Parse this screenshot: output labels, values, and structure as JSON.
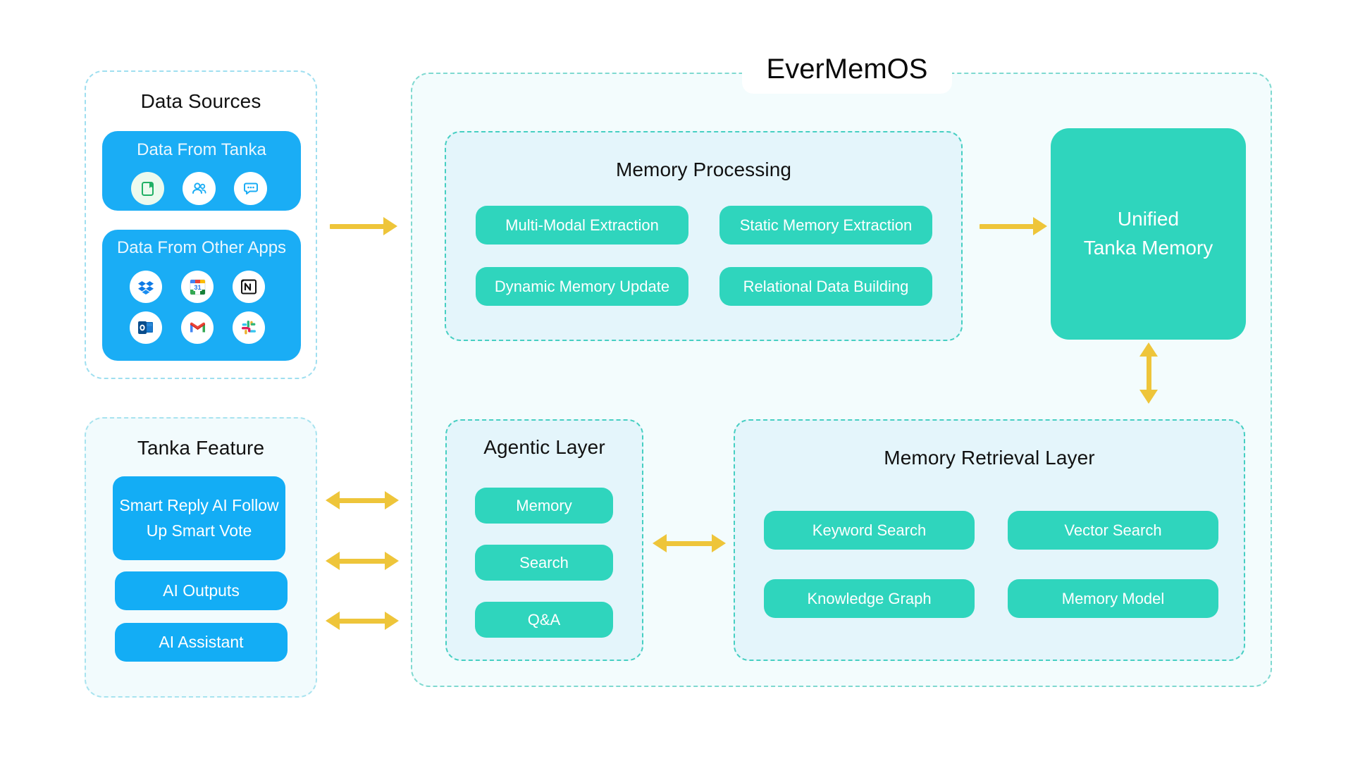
{
  "diagram": {
    "title": "EverMemOS",
    "accent_teal": "#2fd5bd",
    "accent_blue": "#13adf5",
    "accent_arrow": "#eec53a",
    "panel_border_blue": "#9fdff0",
    "panel_border_teal": "#46cfc2"
  },
  "data_sources": {
    "title": "Data Sources",
    "tanka_card": {
      "title": "Data From Tanka",
      "icons": [
        {
          "name": "document-icon",
          "glyph": "□"
        },
        {
          "name": "people-icon",
          "glyph": "○"
        },
        {
          "name": "chat-bubble-icon",
          "glyph": "●"
        }
      ]
    },
    "other_apps_card": {
      "title": "Data From Other Apps",
      "icons": [
        {
          "name": "dropbox-icon",
          "label": "Dropbox"
        },
        {
          "name": "google-calendar-icon",
          "label": "Google Calendar"
        },
        {
          "name": "notion-icon",
          "label": "Notion"
        },
        {
          "name": "outlook-icon",
          "label": "Outlook"
        },
        {
          "name": "gmail-icon",
          "label": "Gmail"
        },
        {
          "name": "slack-icon",
          "label": "Slack"
        }
      ]
    }
  },
  "tanka_feature": {
    "title": "Tanka Feature",
    "cards": [
      {
        "lines": "Smart Reply\nAI Follow Up\nSmart Vote"
      },
      {
        "lines": "AI Outputs"
      },
      {
        "lines": "AI Assistant"
      }
    ]
  },
  "memory_processing": {
    "title": "Memory Processing",
    "items": [
      "Multi-Modal Extraction",
      "Static Memory Extraction",
      "Dynamic Memory Update",
      "Relational Data Building"
    ]
  },
  "unified_memory": {
    "label": "Unified\nTanka Memory"
  },
  "agentic_layer": {
    "title": "Agentic Layer",
    "items": [
      "Memory",
      "Search",
      "Q&A"
    ]
  },
  "memory_retrieval": {
    "title": "Memory Retrieval Layer",
    "items": [
      "Keyword Search",
      "Vector Search",
      "Knowledge Graph",
      "Memory Model"
    ]
  }
}
